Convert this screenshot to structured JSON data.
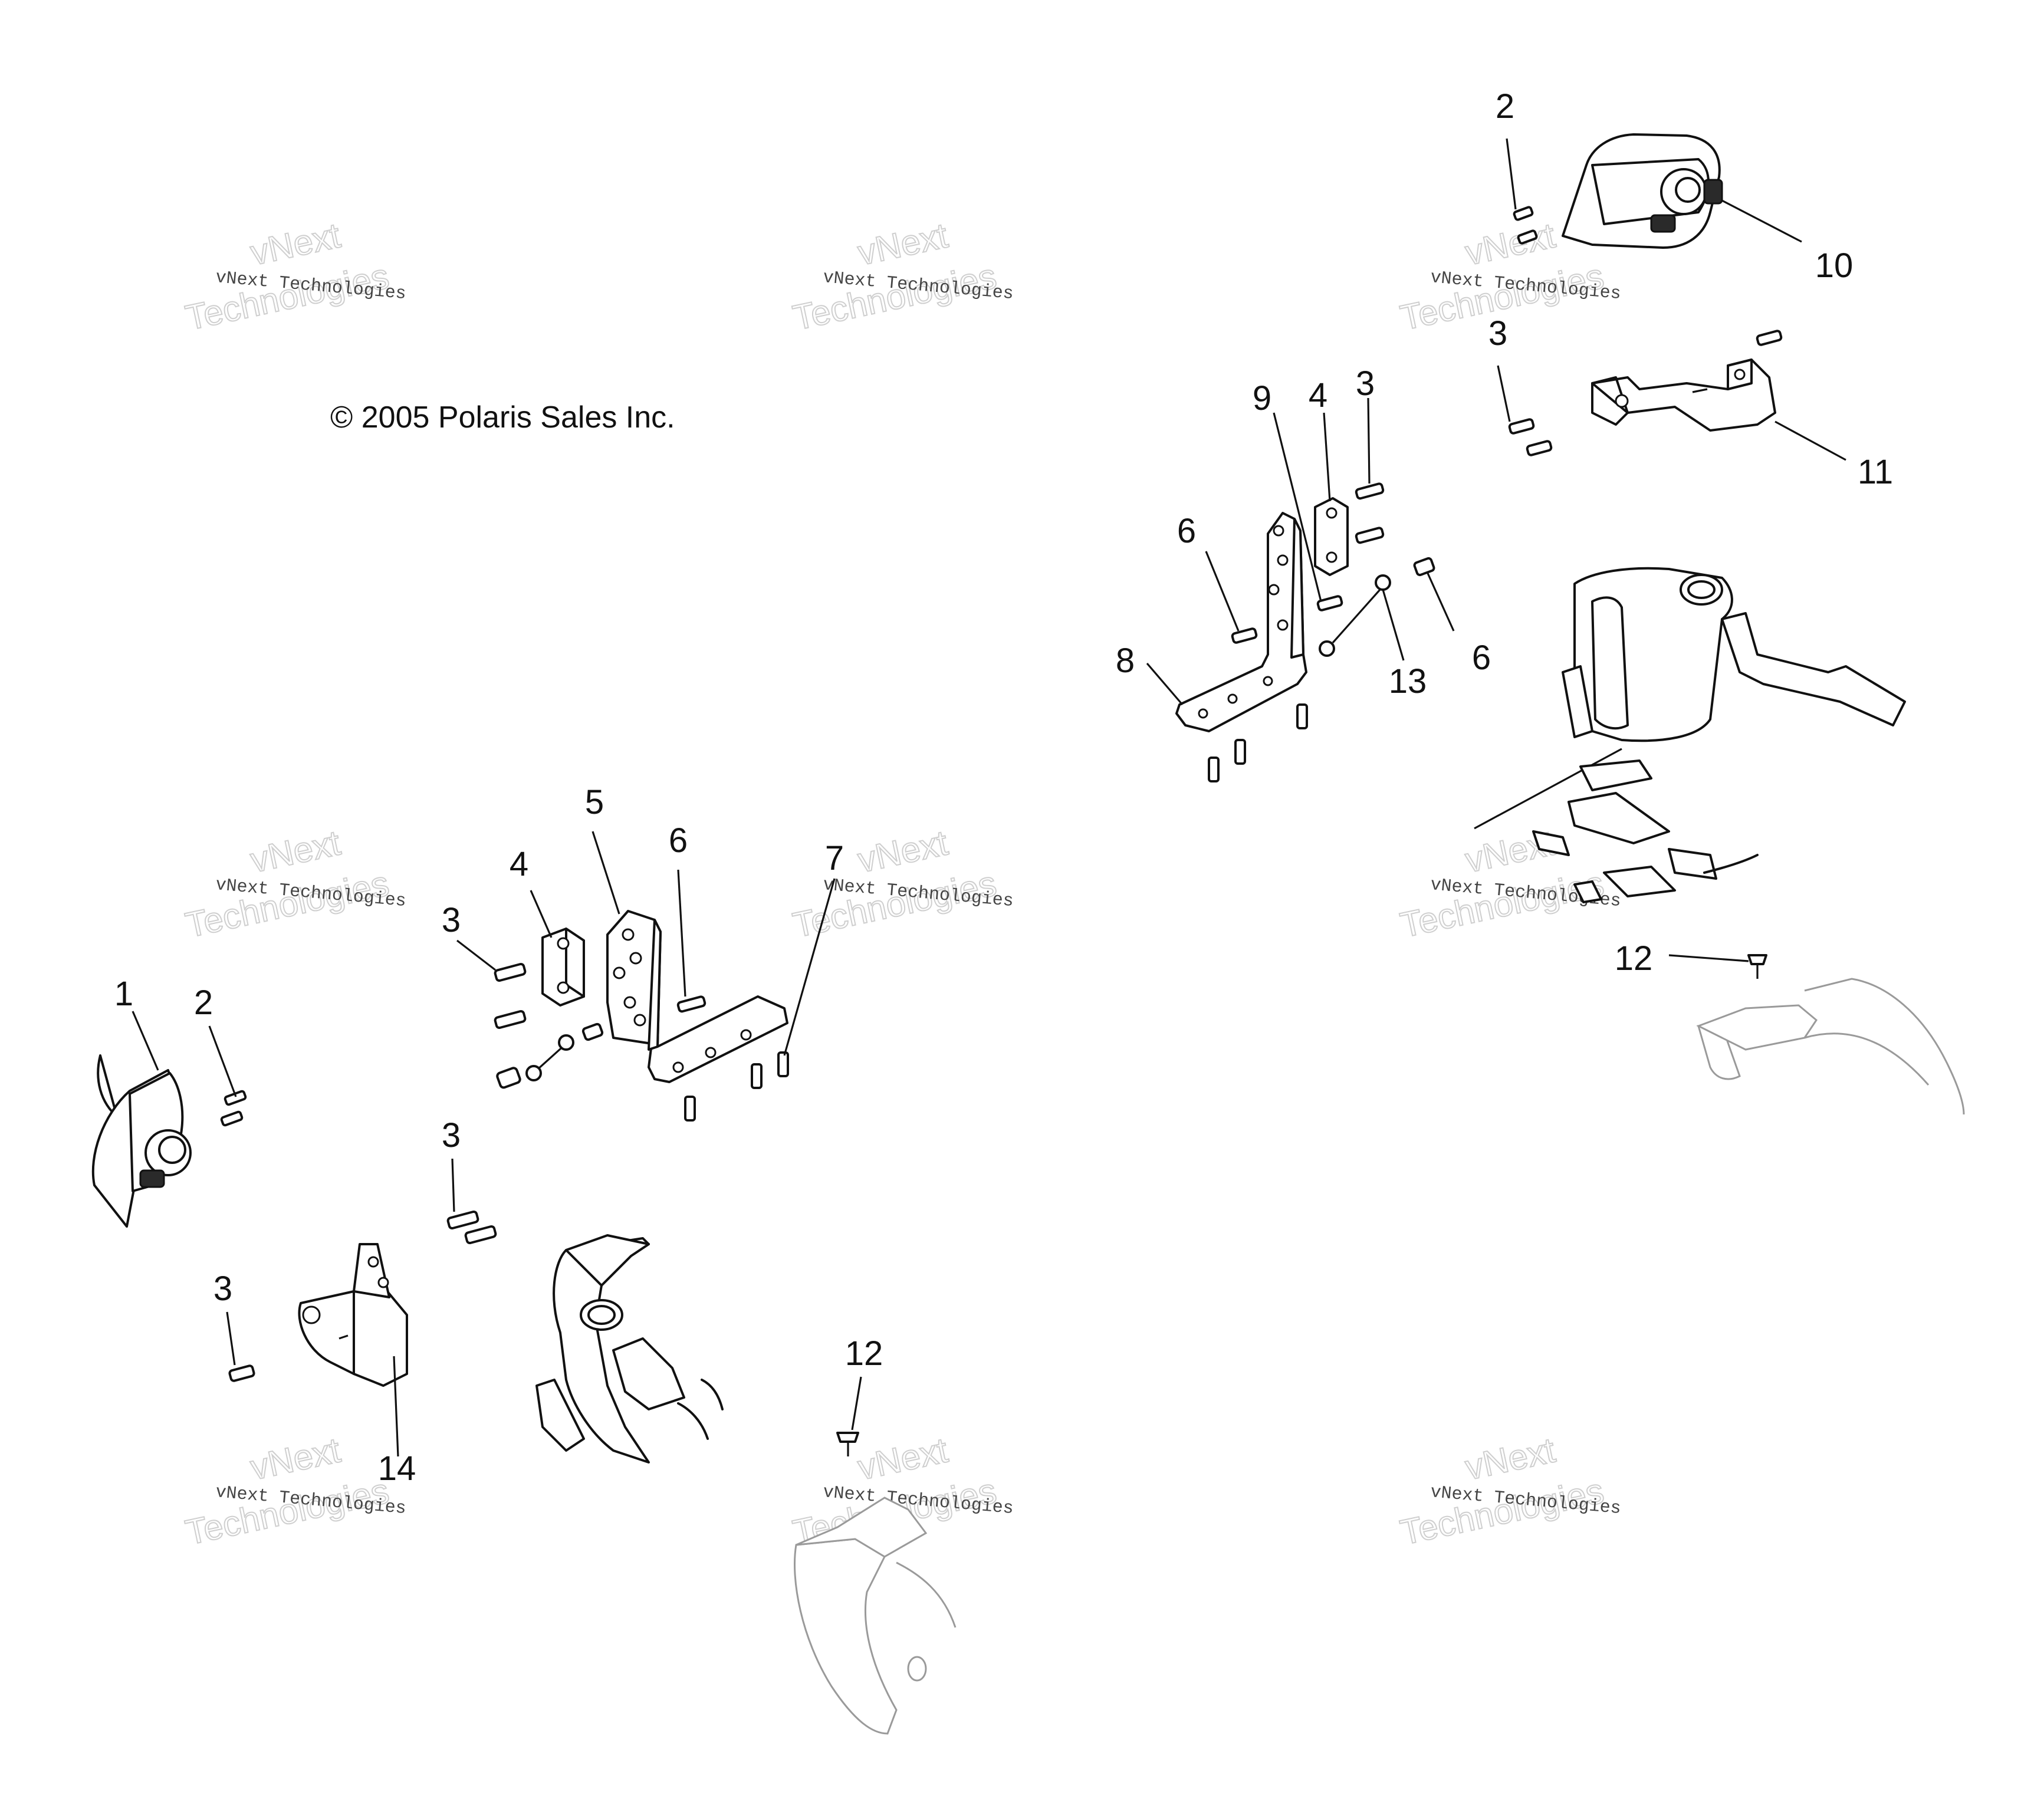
{
  "copyright": "© 2005 Polaris Sales Inc.",
  "watermark": {
    "small_text": "vNext Technologies",
    "big_line1": "vNext",
    "big_line2": "Technologies"
  },
  "callouts": {
    "left_1": "1",
    "left_2": "2",
    "left_3a": "3",
    "left_3b": "3",
    "left_3c": "3",
    "left_4": "4",
    "left_5": "5",
    "left_6": "6",
    "left_7": "7",
    "left_12": "12",
    "left_14": "14",
    "right_2": "2",
    "right_10": "10",
    "right_3a": "3",
    "right_11": "11",
    "right_9": "9",
    "right_4": "4",
    "right_3b": "3",
    "right_6a": "6",
    "right_8": "8",
    "right_13": "13",
    "right_6b": "6",
    "right_12": "12"
  }
}
